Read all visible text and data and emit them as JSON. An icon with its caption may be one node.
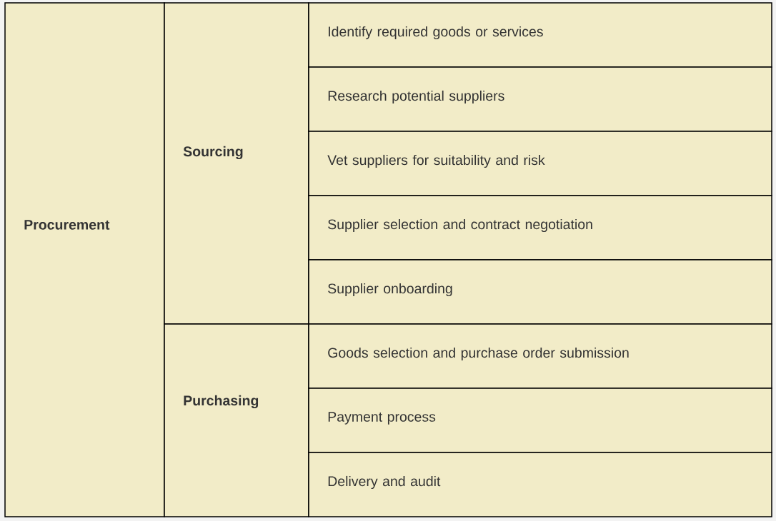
{
  "diagram": {
    "nodes": [
      {
        "text": [
          "Procurement"
        ]
      },
      {
        "text": [
          "Sourcing"
        ]
      },
      {
        "text": [
          "Identify required goods or services"
        ]
      },
      {
        "text": [
          "Research potential suppliers"
        ]
      },
      {
        "text": [
          "Vet suppliers for suitability and risk"
        ]
      },
      {
        "text": [
          "Supplier selection and contract negotiation"
        ]
      },
      {
        "text": [
          "Supplier onboarding"
        ]
      },
      {
        "text": [
          "Purchasing"
        ]
      },
      {
        "text": [
          "Goods selection and purchase order submission"
        ]
      },
      {
        "text": [
          "Payment process"
        ]
      },
      {
        "text": [
          "Delivery and audit"
        ]
      }
    ]
  }
}
